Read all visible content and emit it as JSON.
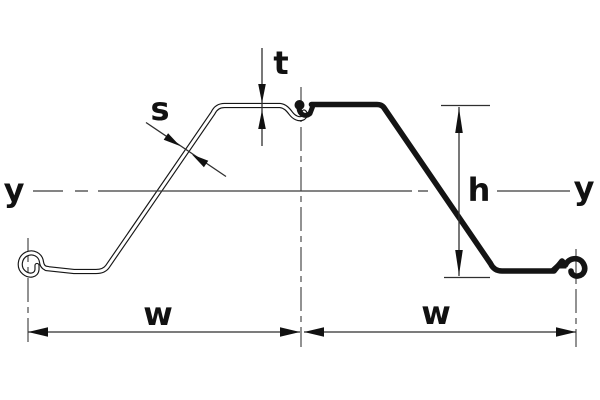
{
  "diagram": {
    "name": "Sheet pile Z-profile cross-section with dimension annotations",
    "background": "#ffffff",
    "profile_ink": "#141414",
    "thin_line_ink": "#3a3a3a",
    "labels": {
      "flange_thickness": "t",
      "web_thickness": "s",
      "section_height": "h",
      "axis_left": "y",
      "axis_right": "y",
      "width_left": "w",
      "width_right": "w"
    }
  }
}
